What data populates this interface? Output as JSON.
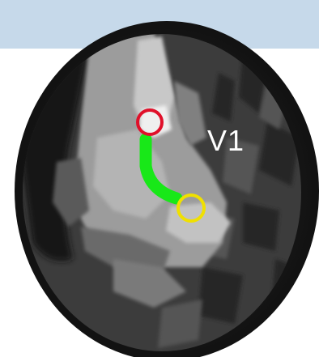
{
  "label_text": "V1",
  "colors": {
    "banner": "#c6d9ea",
    "background": "#ffffff",
    "outer_shell": "#1e1e1e",
    "cortex_dark": "#3a3a3a",
    "cortex_light": "#d8d8d8",
    "red_marker": "#e0102a",
    "yellow_marker": "#f0e000",
    "green_path": "#18e818"
  },
  "markers": [
    {
      "name": "red-circle-marker",
      "color": "red"
    },
    {
      "name": "yellow-circle-marker",
      "color": "yellow"
    }
  ],
  "path": {
    "name": "green-path",
    "color": "green"
  }
}
